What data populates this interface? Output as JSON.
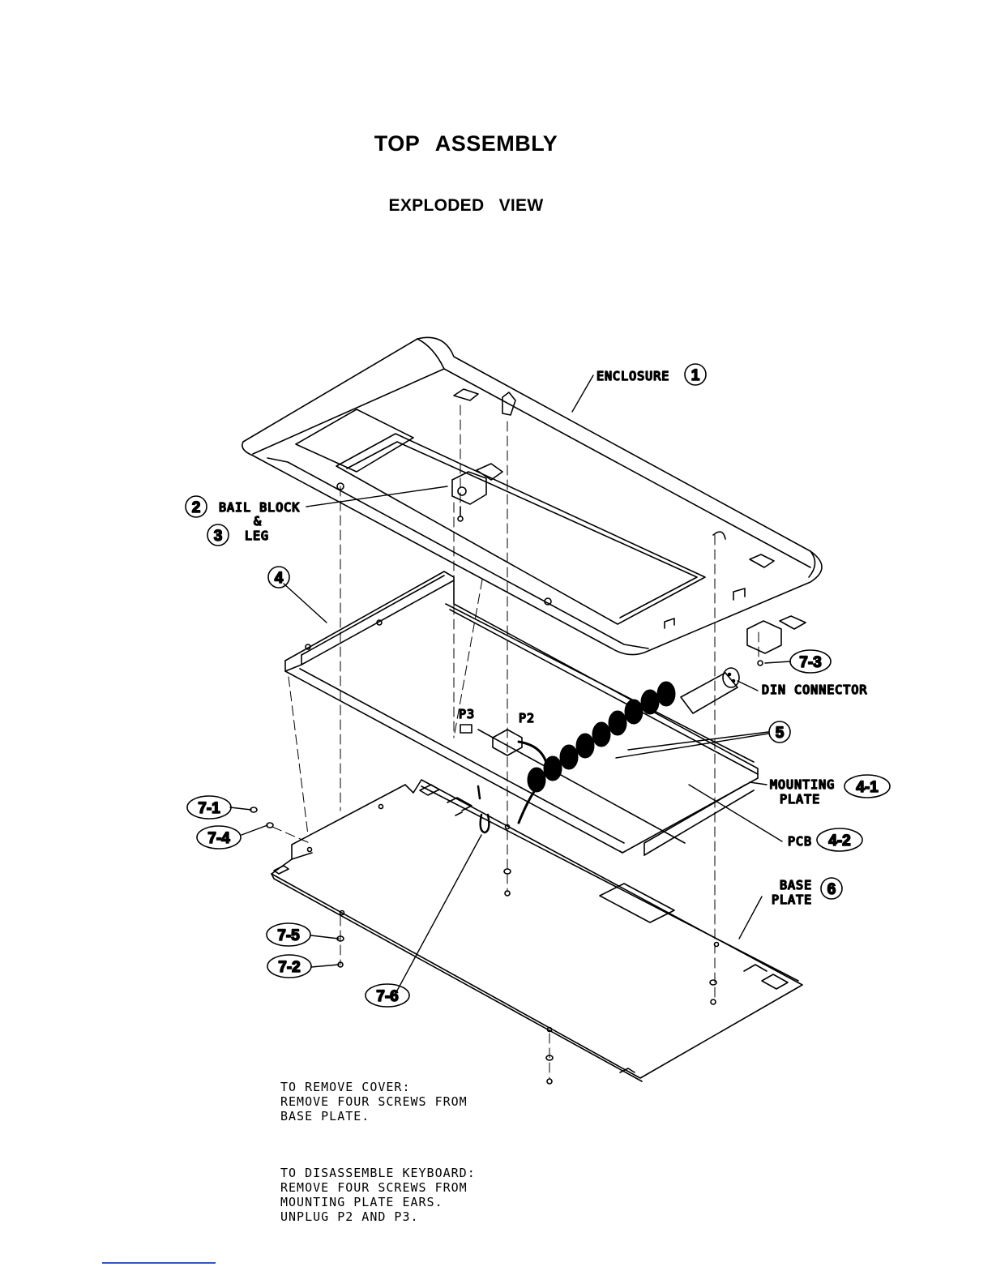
{
  "header": {
    "title": "TOP  ASSEMBLY",
    "subtitle": "EXPLODED  VIEW"
  },
  "parts": {
    "enclosure": {
      "label": "ENCLOSURE",
      "callout": "1"
    },
    "bail_block": {
      "label": "BAIL BLOCK",
      "callout": "2"
    },
    "ampersand": "&",
    "leg": {
      "label": "LEG",
      "callout": "3"
    },
    "bracket": {
      "callout": "4"
    },
    "din_connector": {
      "label": "DIN CONNECTOR"
    },
    "cable": {
      "callout": "5"
    },
    "mounting_plate": {
      "label_line1": "MOUNTING",
      "label_line2": "PLATE",
      "callout": "4-1"
    },
    "pcb": {
      "label": "PCB",
      "callout": "4-2"
    },
    "base_plate": {
      "label_line1": "BASE",
      "label_line2": "PLATE",
      "callout": "6"
    },
    "p3": {
      "label": "P3"
    },
    "p2": {
      "label": "P2"
    }
  },
  "hardware": {
    "c7_1": "7-1",
    "c7_2": "7-2",
    "c7_3": "7-3",
    "c7_4": "7-4",
    "c7_5": "7-5",
    "c7_6": "7-6"
  },
  "notes": {
    "remove_cover": "TO REMOVE COVER:\nREMOVE FOUR SCREWS FROM\nBASE PLATE.",
    "disassemble": "TO DISASSEMBLE KEYBOARD:\nREMOVE FOUR SCREWS FROM\nMOUNTING PLATE EARS.\nUNPLUG P2 AND P3."
  },
  "colors": {
    "ink": "#000000",
    "paper": "#ffffff",
    "footer_rule": "#3355cc"
  }
}
